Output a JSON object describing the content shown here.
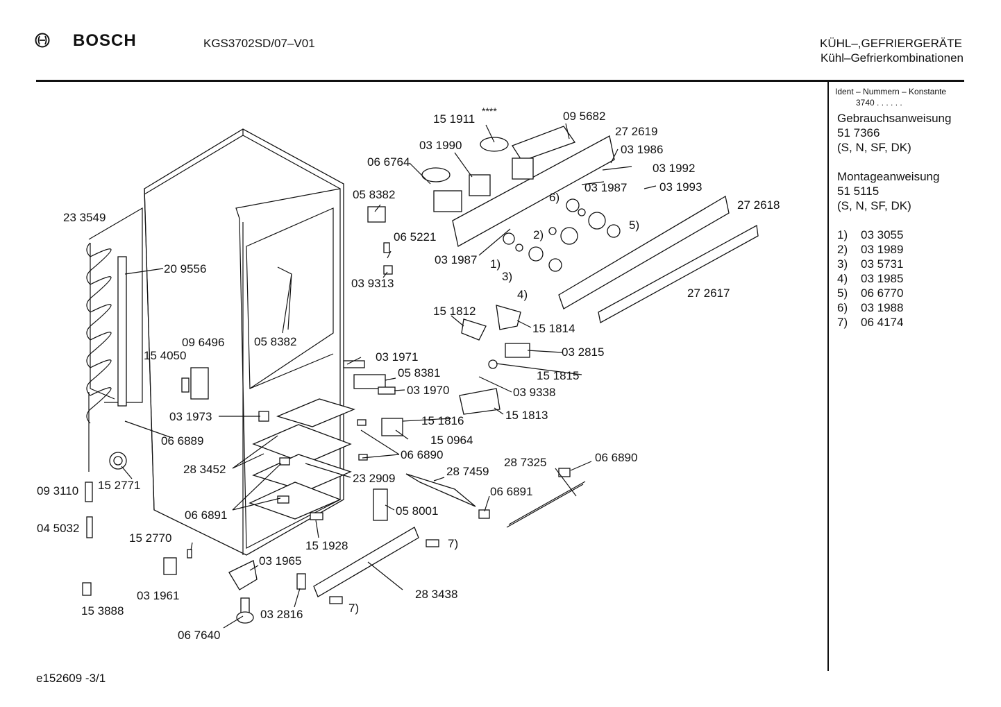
{
  "header": {
    "brand": "BOSCH",
    "model": "KGS3702SD/07–V01",
    "category_line1": "KÜHL–,GEFRIERGERÄTE",
    "category_line2": "Kühl–Gefrierkombinationen"
  },
  "sidebar": {
    "ident_label": "Ident – Nummern – Konstante",
    "ident_value": "3740 .  .     .  .  .  .",
    "manual_title": "Gebrauchsanweisung",
    "manual_number": "51 7366",
    "manual_langs": "(S, N, SF, DK)",
    "assembly_title": "Montageanweisung",
    "assembly_number": "51 5115",
    "assembly_langs": "(S, N, SF, DK)",
    "legend": [
      {
        "key": "1)",
        "value": "03 3055"
      },
      {
        "key": "2)",
        "value": "03 1989"
      },
      {
        "key": "3)",
        "value": "03 5731"
      },
      {
        "key": "4)",
        "value": "03 1985"
      },
      {
        "key": "5)",
        "value": "06 6770"
      },
      {
        "key": "6)",
        "value": "03 1988"
      },
      {
        "key": "7)",
        "value": "06 4174"
      }
    ]
  },
  "footer": {
    "code": "e152609   -3/1"
  },
  "parts": {
    "p151911": "15 1911",
    "stars": "****",
    "p095682": "09 5682",
    "p272619": "27 2619",
    "p031990": "03 1990",
    "p066764": "06 6764",
    "p031986": "03 1986",
    "p031992": "03 1992",
    "p031987a": "03 1987",
    "p031993": "03 1993",
    "p058382a": "05 8382",
    "p272618": "27 2618",
    "p233549": "23 3549",
    "p065221": "06 5221",
    "p031987b": "03 1987",
    "n6": "6)",
    "n2": "2)",
    "n5": "5)",
    "n1": "1)",
    "n3": "3)",
    "n4": "4)",
    "p209556": "20 9556",
    "p039313": "03 9313",
    "p272617": "27 2617",
    "p151812": "15 1812",
    "p151814": "15 1814",
    "p096496": "09 6496",
    "p058382b": "05 8382",
    "p154050": "15 4050",
    "p031971": "03 1971",
    "p032815": "03 2815",
    "p058381": "05 8381",
    "p151815": "15 1815",
    "p031970": "03 1970",
    "p039338": "03 9338",
    "p031973": "03 1973",
    "p151816": "15 1816",
    "p151813": "15 1813",
    "p066889": "06 6889",
    "p150964": "15 0964",
    "p066890a": "06 6890",
    "p066890b": "06 6890",
    "p283452": "28 3452",
    "p287459": "28 7459",
    "p287325": "28 7325",
    "p232909": "23 2909",
    "p152771": "15 2771",
    "p093110": "09 3110",
    "p066891a": "06 6891",
    "p066891b": "06 6891",
    "p058001": "05 8001",
    "p045032": "04 5032",
    "p152770": "15 2770",
    "p151928": "15 1928",
    "n7a": "7)",
    "p031965": "03 1965",
    "p031961": "03 1961",
    "p283438": "28 3438",
    "p153888": "15 3888",
    "n7b": "7)",
    "p032816": "03 2816",
    "p067640": "06 7640"
  }
}
